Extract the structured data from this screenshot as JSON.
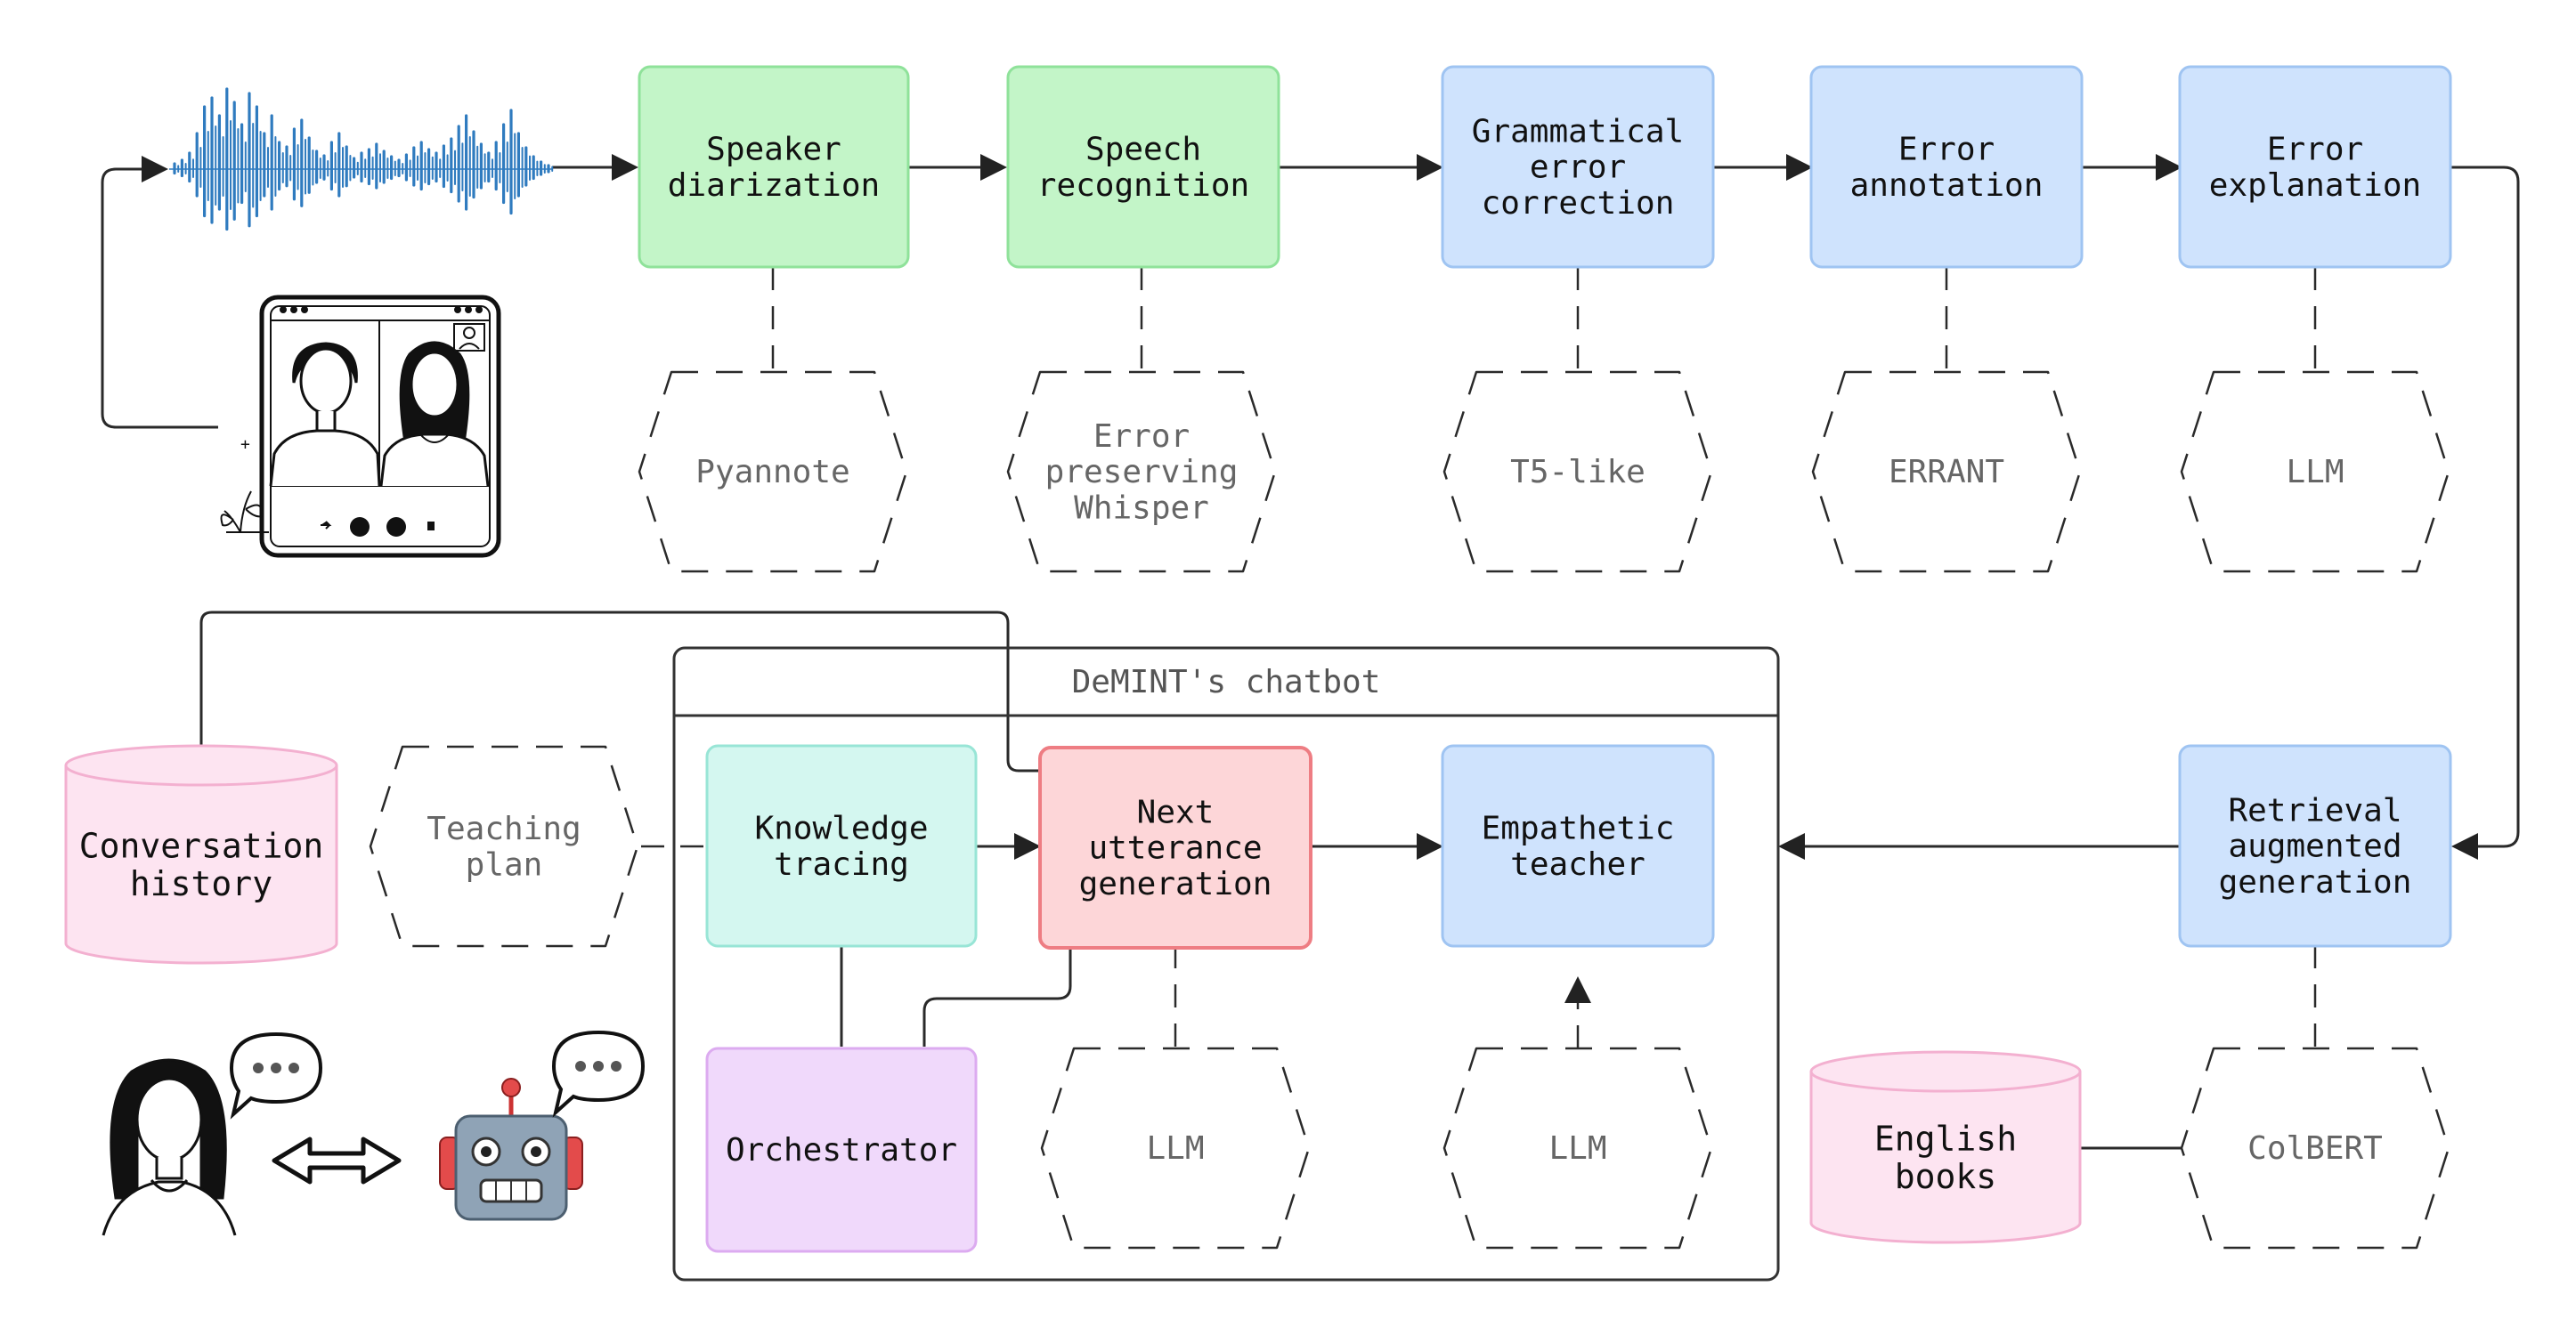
{
  "pipeline": {
    "diarization": [
      "Speaker",
      "diarization"
    ],
    "recognition": [
      "Speech",
      "recognition"
    ],
    "gec": [
      "Grammatical",
      "error",
      "correction"
    ],
    "annotation": [
      "Error",
      "annotation"
    ],
    "explanation": [
      "Error",
      "explanation"
    ],
    "rag": [
      "Retrieval",
      "augmented",
      "generation"
    ]
  },
  "models": {
    "pyannote": [
      "Pyannote"
    ],
    "whisper": [
      "Error",
      "preserving",
      "Whisper"
    ],
    "t5": [
      "T5-like"
    ],
    "errant": [
      "ERRANT"
    ],
    "llm_explanation": [
      "LLM"
    ],
    "colbert": [
      "ColBERT"
    ],
    "teaching_plan": [
      "Teaching",
      "plan"
    ],
    "llm_next": [
      "LLM"
    ],
    "llm_teacher": [
      "LLM"
    ]
  },
  "chatbot": {
    "title": "DeMINT's chatbot",
    "knowledge_tracing": [
      "Knowledge",
      "tracing"
    ],
    "next_utterance": [
      "Next",
      "utterance",
      "generation"
    ],
    "empathetic_teacher": [
      "Empathetic",
      "teacher"
    ],
    "orchestrator": [
      "Orchestrator"
    ]
  },
  "stores": {
    "conversation_history": [
      "Conversation",
      "history"
    ],
    "english_books": [
      "English",
      "books"
    ]
  },
  "colors": {
    "green_fill": "#c3f5c8",
    "green_stroke": "#8fe29a",
    "blue_fill": "#cfe3fd",
    "blue_stroke": "#9fc4f2",
    "teal_fill": "#d4f7f0",
    "teal_stroke": "#98e5d6",
    "red_fill": "#fdd6d8",
    "red_stroke": "#ee7d83",
    "purple_fill": "#f0d9fb",
    "purple_stroke": "#dcabf0",
    "pink_fill": "#fde4f1",
    "pink_stroke": "#f3b0d0",
    "waveform": "#2f7bbf"
  }
}
